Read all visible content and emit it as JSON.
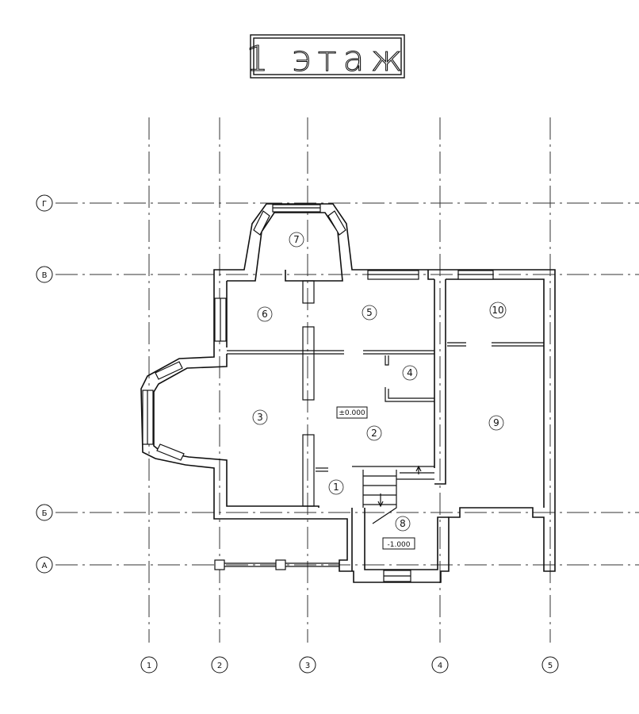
{
  "title": "1 этаж",
  "axes": {
    "vertical": [
      "1",
      "2",
      "3",
      "4",
      "5"
    ],
    "horizontal": [
      "Г",
      "В",
      "Б",
      "А"
    ]
  },
  "rooms": [
    "1",
    "2",
    "3",
    "4",
    "5",
    "6",
    "7",
    "8",
    "9",
    "10"
  ],
  "levels": {
    "main": "±0.000",
    "lower": "-1.000"
  }
}
